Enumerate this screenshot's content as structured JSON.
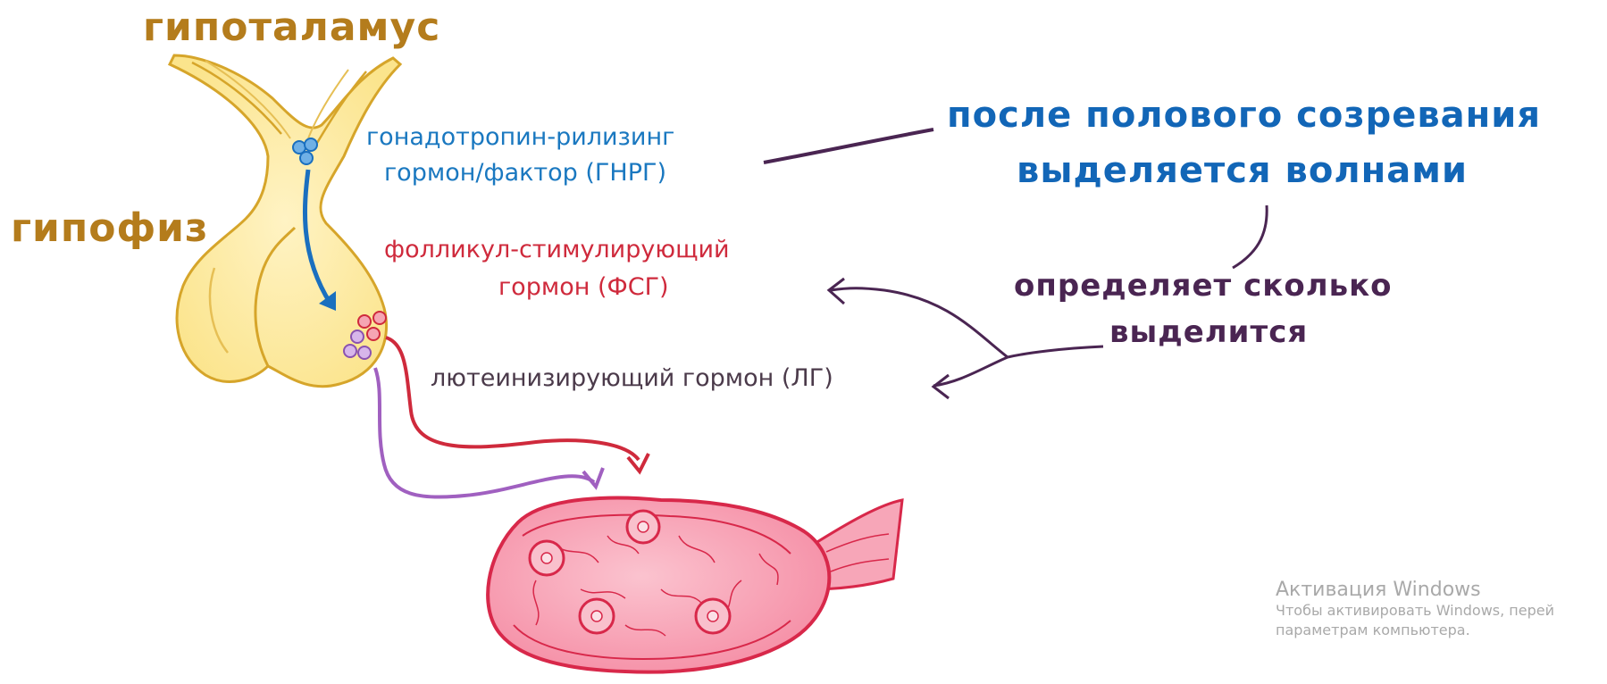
{
  "labels": {
    "hypothalamus": "гипоталамус",
    "pituitary": "гипофиз",
    "gnrh_line1": "гонадотропин-рилизинг",
    "gnrh_line2": "гормон/фактор (ГНРГ)",
    "fsh_line1": "фолликул-стимулирующий",
    "fsh_line2": "гормон (ФСГ)",
    "lh": "лютеинизирующий гормон (ЛГ)",
    "puberty_line1": "после полового созревания",
    "puberty_line2": "выделяется волнами",
    "determines_line1": "определяет сколько",
    "determines_line2": "выделится"
  },
  "watermark": {
    "title": "Активация Windows",
    "line1": "Чтобы активировать Windows, перей",
    "line2": "параметрам компьютера."
  },
  "colors": {
    "gland_fill": "#fbe79a",
    "gland_stroke": "#d6a52a",
    "gnrh_arrow": "#1a6fbf",
    "fsh_arrow": "#cf2a3c",
    "lh_arrow": "#a060c0",
    "ovary_fill": "#f7a6b8",
    "ovary_stroke": "#d8284a"
  }
}
